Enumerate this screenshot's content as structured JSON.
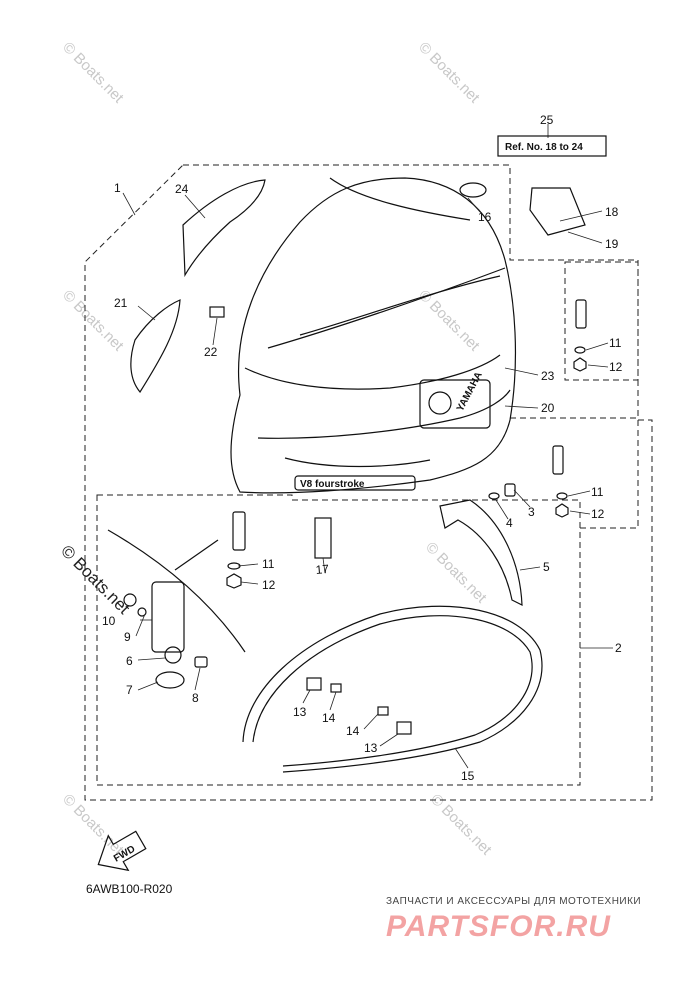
{
  "diagram": {
    "diagram_code": "6AWB100-R020",
    "ref_box": {
      "number": "25",
      "text": "Ref. No. 18 to 24"
    },
    "fwd_arrow_text": "FWD",
    "cowling_texts": {
      "yamaha": "YAMAHA",
      "v8": "V8 fourstroke"
    },
    "callouts": [
      {
        "id": "c1",
        "label": "1"
      },
      {
        "id": "c2",
        "label": "2"
      },
      {
        "id": "c3",
        "label": "3"
      },
      {
        "id": "c4",
        "label": "4"
      },
      {
        "id": "c5",
        "label": "5"
      },
      {
        "id": "c6",
        "label": "6"
      },
      {
        "id": "c7",
        "label": "7"
      },
      {
        "id": "c8",
        "label": "8"
      },
      {
        "id": "c9",
        "label": "9"
      },
      {
        "id": "c10",
        "label": "10"
      },
      {
        "id": "c11a",
        "label": "11"
      },
      {
        "id": "c12a",
        "label": "12"
      },
      {
        "id": "c11b",
        "label": "11"
      },
      {
        "id": "c12b",
        "label": "12"
      },
      {
        "id": "c11c",
        "label": "11"
      },
      {
        "id": "c12c",
        "label": "12"
      },
      {
        "id": "c13a",
        "label": "13"
      },
      {
        "id": "c14a",
        "label": "14"
      },
      {
        "id": "c13b",
        "label": "13"
      },
      {
        "id": "c14b",
        "label": "14"
      },
      {
        "id": "c15",
        "label": "15"
      },
      {
        "id": "c16",
        "label": "16"
      },
      {
        "id": "c17",
        "label": "17"
      },
      {
        "id": "c18",
        "label": "18"
      },
      {
        "id": "c19",
        "label": "19"
      },
      {
        "id": "c20",
        "label": "20"
      },
      {
        "id": "c21",
        "label": "21"
      },
      {
        "id": "c22",
        "label": "22"
      },
      {
        "id": "c23",
        "label": "23"
      },
      {
        "id": "c24",
        "label": "24"
      }
    ]
  },
  "watermark": {
    "text": "© Boats.net",
    "brand_tagline": "ЗАПЧАСТИ И АКСЕССУАРЫ ДЛЯ МОТОТЕХНИКИ",
    "brand_name": "PARTSFOR.RU"
  },
  "colors": {
    "line": "#111111",
    "watermark": "#c8c8c8",
    "brand": "#f3a3a3"
  }
}
